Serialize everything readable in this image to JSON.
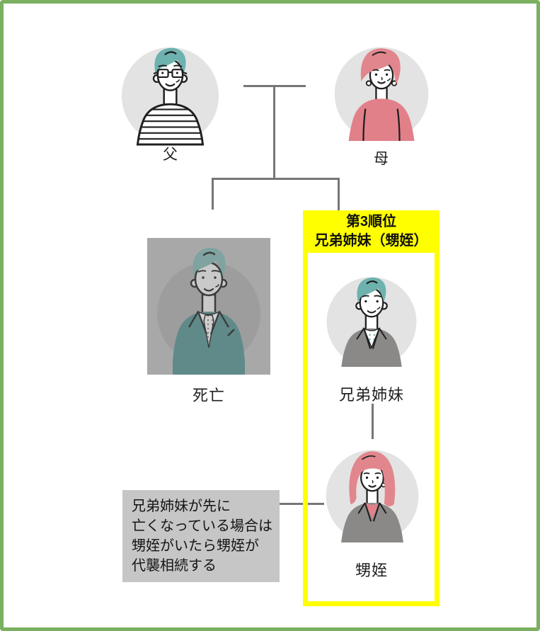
{
  "page": {
    "border_color": "#7ab05f",
    "background": "#ffffff",
    "line_color": "#767676"
  },
  "tree": {
    "father": {
      "label": "父"
    },
    "mother": {
      "label": "母"
    },
    "deceased": {
      "label": "死亡"
    },
    "sibling": {
      "label": "兄弟姉妹"
    },
    "niece": {
      "label": "甥姪"
    }
  },
  "highlight": {
    "color": "#ffff00",
    "title_line1": "第3順位",
    "title_line2": "兄弟姉妹（甥姪）"
  },
  "annotation": {
    "bg_color": "#c6c6c6",
    "line1": "兄弟姉妹が先に",
    "line2": "亡くなっている場合は",
    "line3": "甥姪がいたら甥姪が",
    "line4": "代襲相続する"
  },
  "avatar_colors": {
    "circle_bg": "#e3e3e3",
    "teal_hair": "#6db2ae",
    "pink_hair": "#e2868e",
    "pink_sweater": "#e2808a",
    "suit_gray": "#8b8987",
    "deceased_bg": "#a8a8a8",
    "deceased_suit": "#5f8a89"
  }
}
